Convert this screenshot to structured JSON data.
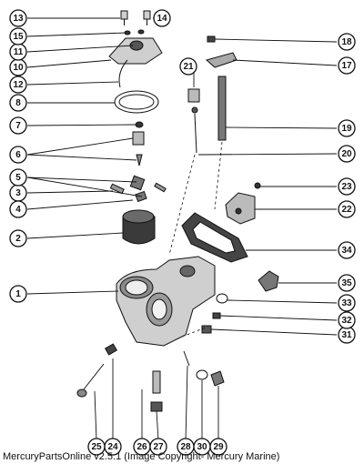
{
  "caption": "MercuryPartsOnline v2.5.1 (Image Copyright- Mercury Marine)",
  "callouts": [
    "1",
    "2",
    "3",
    "4",
    "5",
    "6",
    "7",
    "8",
    "10",
    "11",
    "12",
    "13",
    "14",
    "15",
    "17",
    "18",
    "19",
    "20",
    "21",
    "22",
    "23",
    "24",
    "25",
    "26",
    "27",
    "28",
    "29",
    "30",
    "31",
    "32",
    "33",
    "34",
    "35"
  ],
  "colors": {
    "ink": "#111111",
    "part_fill": "#d8d8d8",
    "part_dark": "#6a6a6a",
    "background": "#ffffff"
  }
}
